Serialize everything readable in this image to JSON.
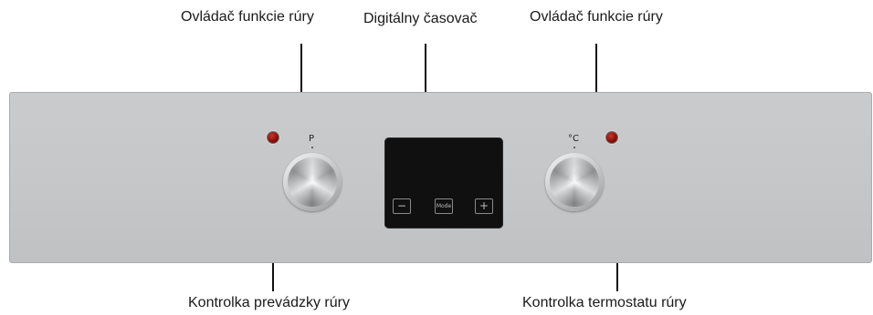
{
  "labels": {
    "top_left": "Ovládač funkcie rúry",
    "top_center": "Digitálny časovač",
    "top_right": "Ovládač funkcie rúry",
    "bottom_left": "Kontrolka prevádzky rúry",
    "bottom_right": "Kontrolka termostatu rúry"
  },
  "knobs": {
    "left_mark": "P",
    "right_mark": "°C"
  },
  "timer": {
    "minus_label": "−",
    "mode_label": "Mode",
    "plus_label": "+"
  },
  "colors": {
    "panel": "#c6c8ca",
    "lamp": "#8a0f0a",
    "timer": "#101010",
    "leader": "#111111"
  }
}
